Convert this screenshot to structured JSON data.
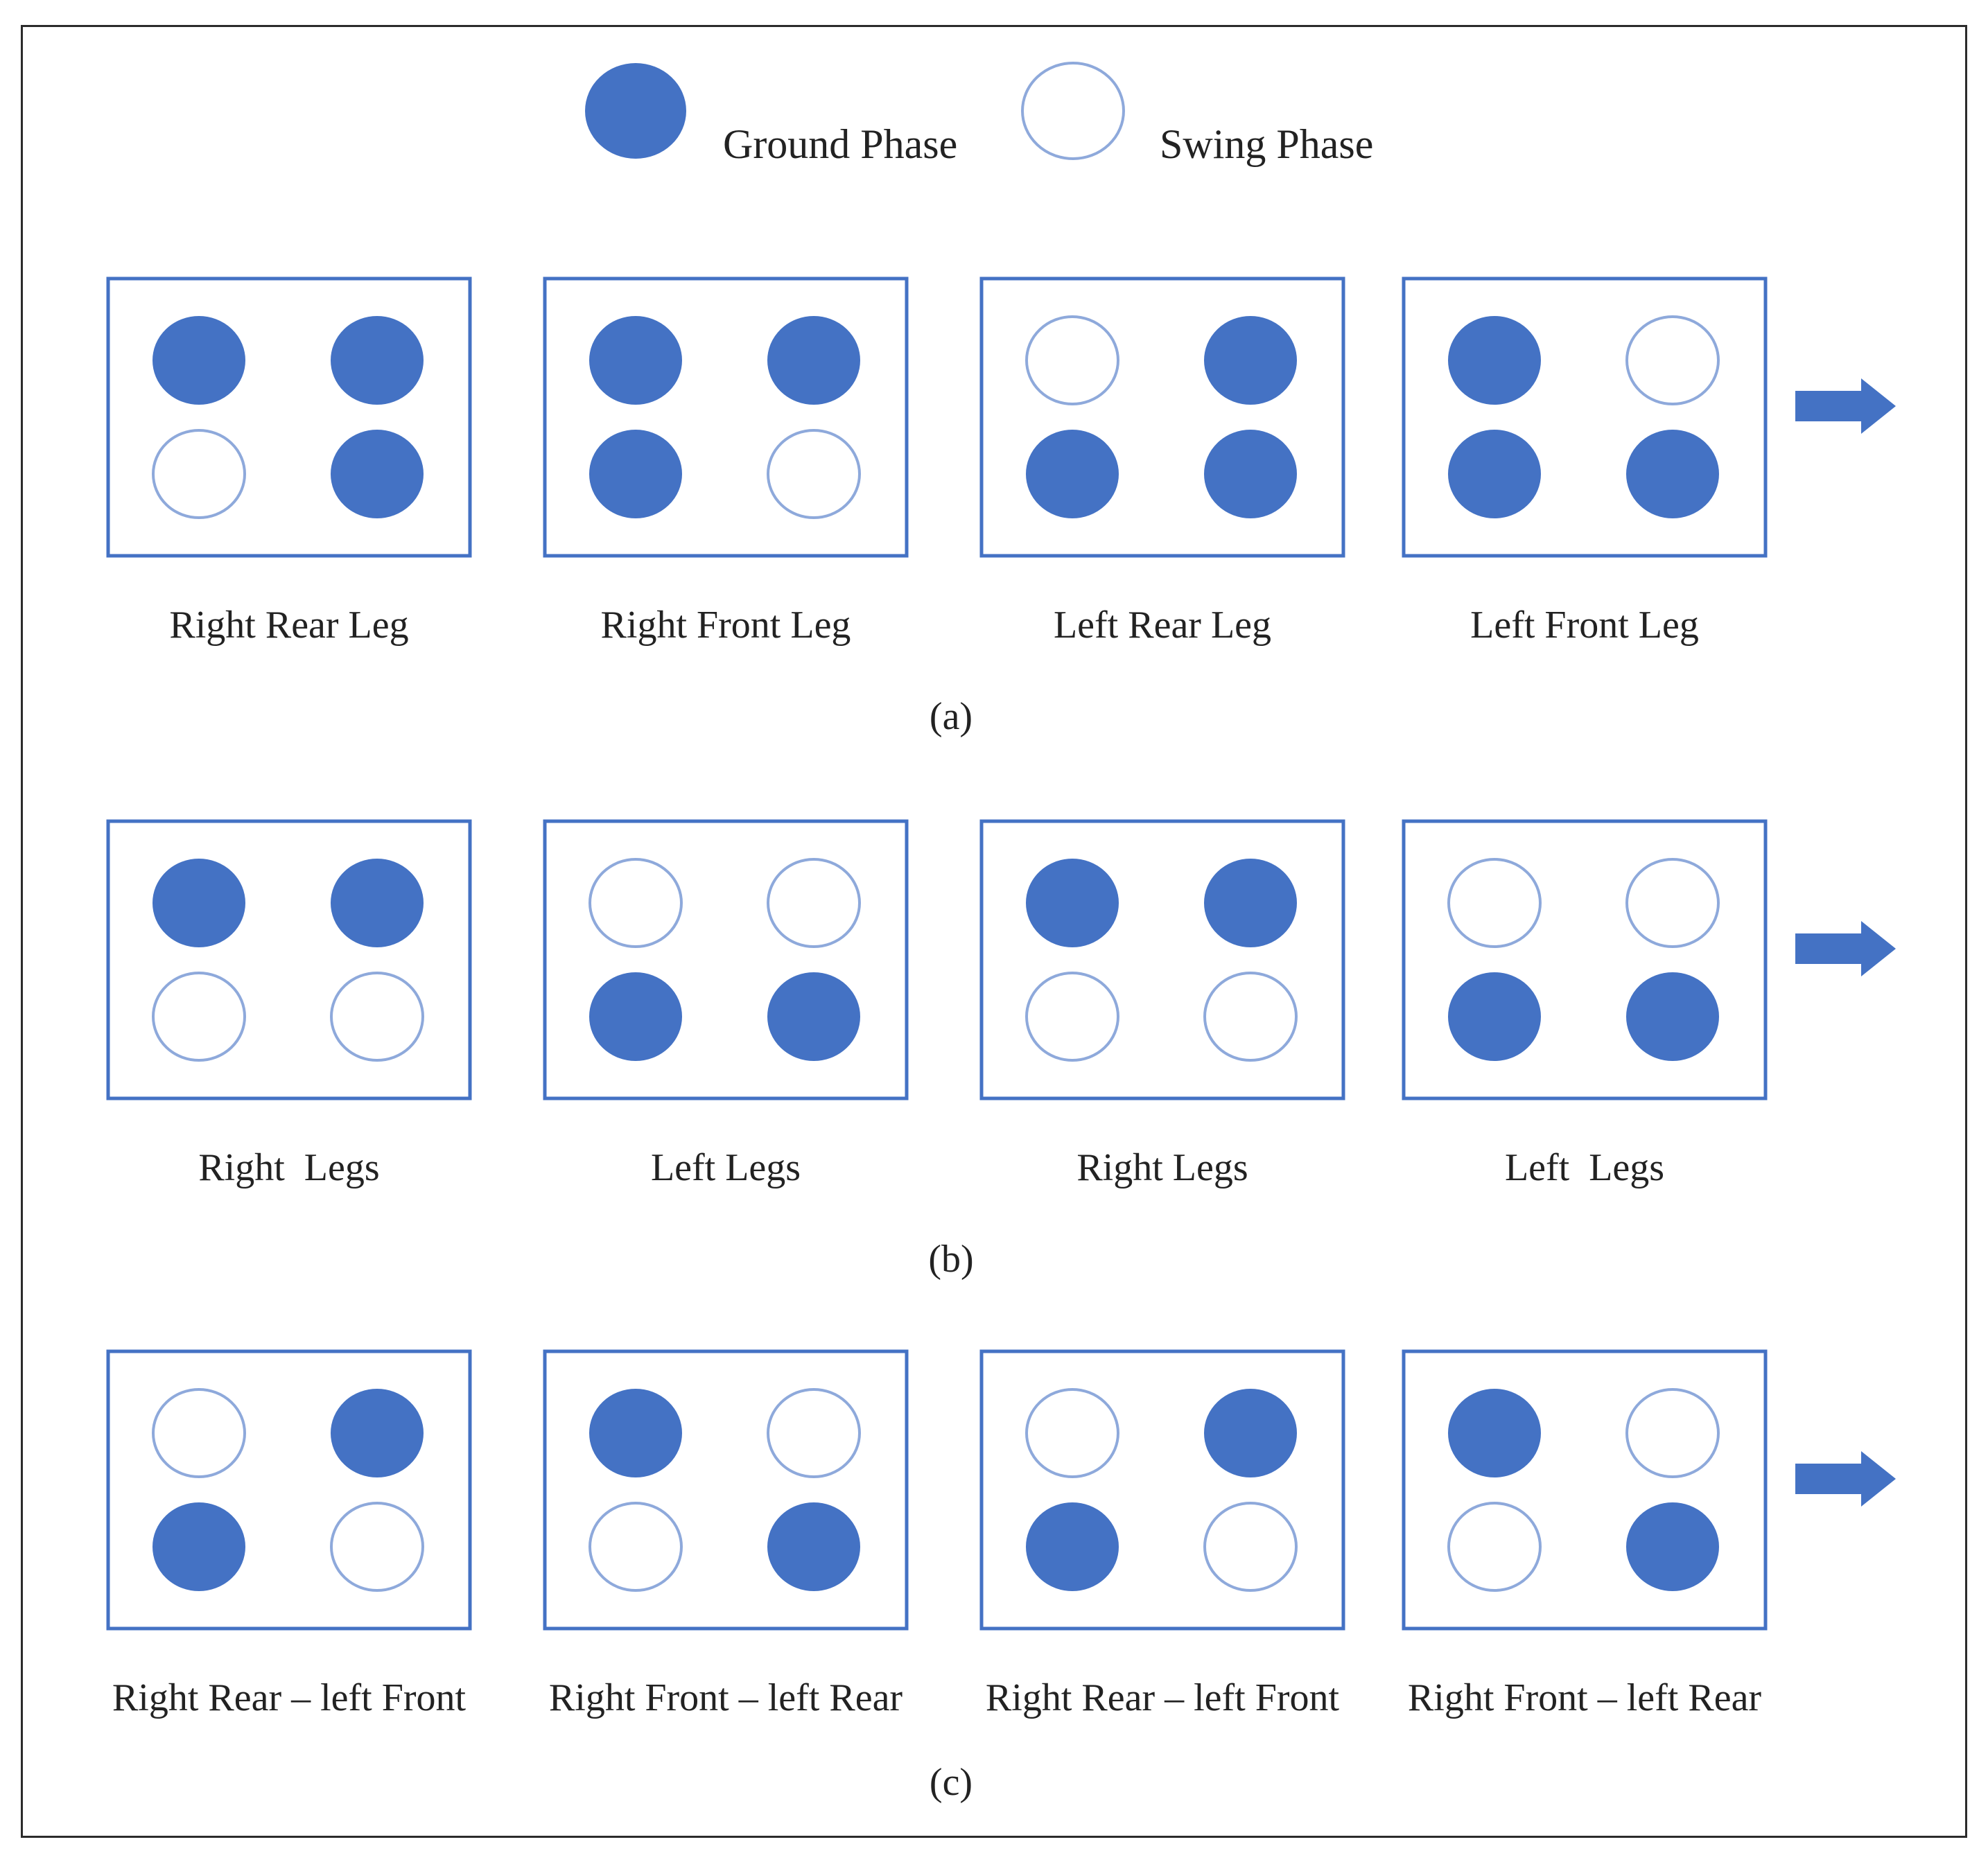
{
  "legend": {
    "ground_label": "Ground Phase",
    "swing_label": "Swing Phase"
  },
  "colors": {
    "ground_fill": "#4472C4",
    "swing_stroke": "#8EA9DB",
    "box_stroke": "#4472C4",
    "arrow": "#4472C4"
  },
  "rows": [
    {
      "caption": "(a)",
      "panels": [
        {
          "label": "Right Rear Leg",
          "legs": [
            [
              "ground",
              "ground"
            ],
            [
              "swing",
              "ground"
            ]
          ]
        },
        {
          "label": "Right Front Leg",
          "legs": [
            [
              "ground",
              "ground"
            ],
            [
              "ground",
              "swing"
            ]
          ]
        },
        {
          "label": "Left Rear Leg",
          "legs": [
            [
              "swing",
              "ground"
            ],
            [
              "ground",
              "ground"
            ]
          ]
        },
        {
          "label": "Left Front Leg",
          "legs": [
            [
              "ground",
              "swing"
            ],
            [
              "ground",
              "ground"
            ]
          ]
        }
      ]
    },
    {
      "caption": "(b)",
      "panels": [
        {
          "label": "Right  Legs",
          "legs": [
            [
              "ground",
              "ground"
            ],
            [
              "swing",
              "swing"
            ]
          ]
        },
        {
          "label": "Left Legs",
          "legs": [
            [
              "swing",
              "swing"
            ],
            [
              "ground",
              "ground"
            ]
          ]
        },
        {
          "label": "Right Legs",
          "legs": [
            [
              "ground",
              "ground"
            ],
            [
              "swing",
              "swing"
            ]
          ]
        },
        {
          "label": "Left  Legs",
          "legs": [
            [
              "swing",
              "swing"
            ],
            [
              "ground",
              "ground"
            ]
          ]
        }
      ]
    },
    {
      "caption": "(c)",
      "panels": [
        {
          "label": "Right Rear – left Front",
          "legs": [
            [
              "swing",
              "ground"
            ],
            [
              "ground",
              "swing"
            ]
          ]
        },
        {
          "label": "Right Front – left Rear",
          "legs": [
            [
              "ground",
              "swing"
            ],
            [
              "swing",
              "ground"
            ]
          ]
        },
        {
          "label": "Right Rear – left Front",
          "legs": [
            [
              "swing",
              "ground"
            ],
            [
              "ground",
              "swing"
            ]
          ]
        },
        {
          "label": "Right Front – left Rear",
          "legs": [
            [
              "ground",
              "swing"
            ],
            [
              "swing",
              "ground"
            ]
          ]
        }
      ]
    }
  ]
}
